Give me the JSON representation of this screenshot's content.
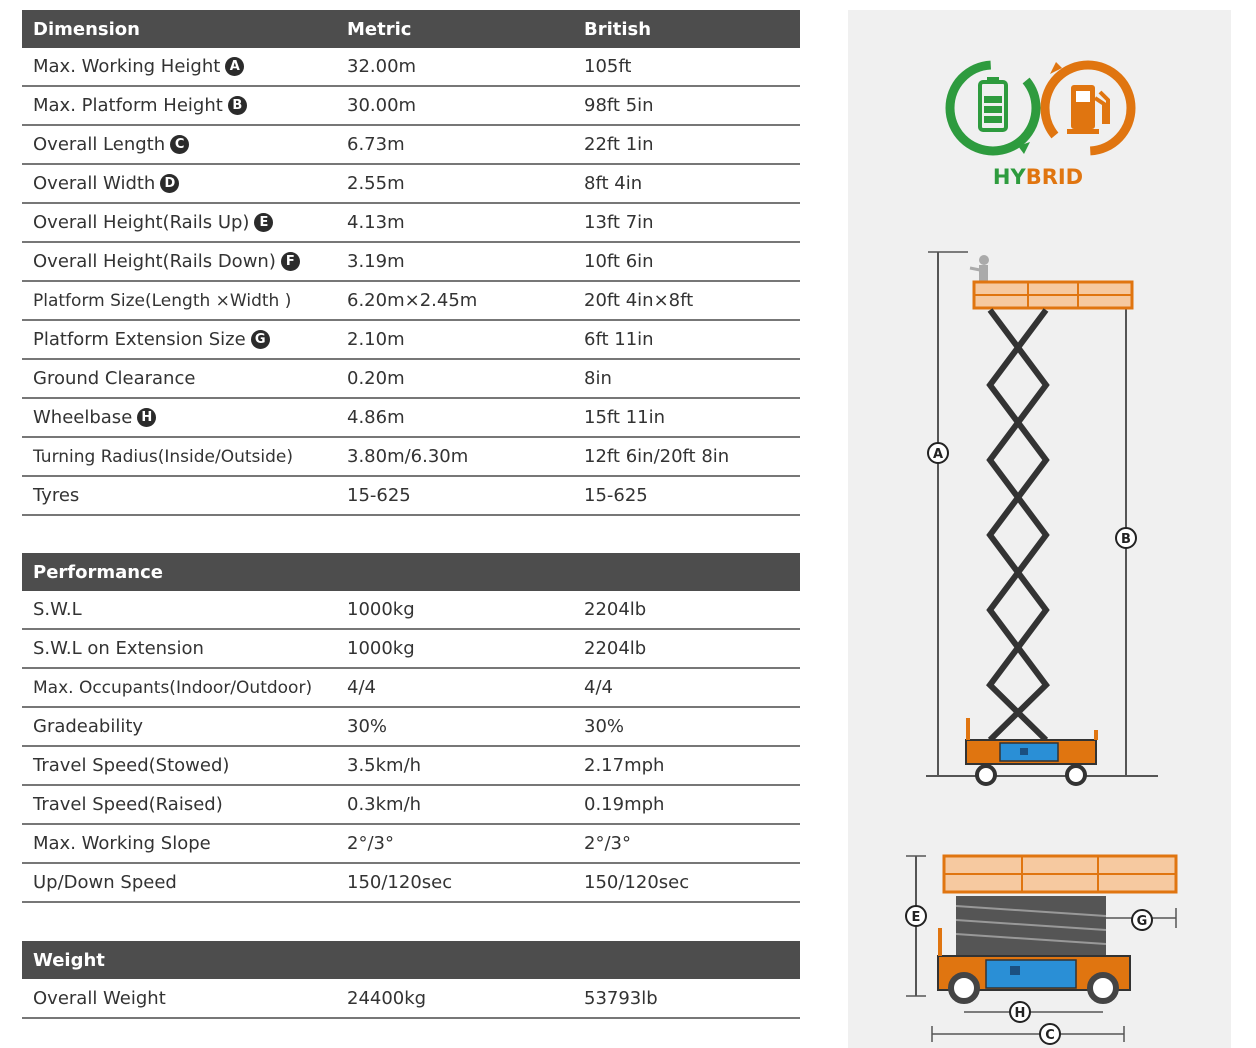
{
  "dimension": {
    "headers": [
      "Dimension",
      "Metric",
      "British"
    ],
    "rows": [
      {
        "label": "Max. Working Height",
        "badge": "A",
        "metric": "32.00m",
        "british": "105ft"
      },
      {
        "label": "Max. Platform Height",
        "badge": "B",
        "metric": "30.00m",
        "british": "98ft 5in"
      },
      {
        "label": "Overall Length",
        "badge": "C",
        "metric": "6.73m",
        "british": "22ft 1in"
      },
      {
        "label": "Overall Width",
        "badge": "D",
        "metric": "2.55m",
        "british": "8ft 4in"
      },
      {
        "label": "Overall Height(Rails Up)",
        "badge": "E",
        "metric": "4.13m",
        "british": "13ft 7in"
      },
      {
        "label": "Overall Height(Rails Down)",
        "badge": "F",
        "metric": "3.19m",
        "british": "10ft 6in"
      },
      {
        "label": "Platform Size(Length ×Width )",
        "badge": "",
        "metric": "6.20m×2.45m",
        "british": "20ft 4in×8ft"
      },
      {
        "label": "Platform Extension Size",
        "badge": "G",
        "metric": "2.10m",
        "british": "6ft 11in"
      },
      {
        "label": "Ground Clearance",
        "badge": "",
        "metric": "0.20m",
        "british": "8in"
      },
      {
        "label": "Wheelbase",
        "badge": "H",
        "metric": "4.86m",
        "british": "15ft 11in"
      },
      {
        "label": "Turning Radius(Inside/Outside)",
        "badge": "",
        "metric": "3.80m/6.30m",
        "british": "12ft 6in/20ft 8in"
      },
      {
        "label": "Tyres",
        "badge": "",
        "metric": "15-625",
        "british": "15-625"
      }
    ]
  },
  "performance": {
    "header": "Performance",
    "rows": [
      {
        "label": "S.W.L",
        "metric": "1000kg",
        "british": "2204lb"
      },
      {
        "label": "S.W.L on Extension",
        "metric": "1000kg",
        "british": "2204lb"
      },
      {
        "label": "Max. Occupants(Indoor/Outdoor)",
        "metric": "4/4",
        "british": "4/4"
      },
      {
        "label": "Gradeability",
        "metric": "30%",
        "british": "30%"
      },
      {
        "label": "Travel Speed(Stowed)",
        "metric": "3.5km/h",
        "british": "2.17mph"
      },
      {
        "label": "Travel Speed(Raised)",
        "metric": "0.3km/h",
        "british": "0.19mph"
      },
      {
        "label": "Max. Working Slope",
        "metric": "2°/3°",
        "british": "2°/3°"
      },
      {
        "label": "Up/Down Speed",
        "metric": "150/120sec",
        "british": "150/120sec"
      }
    ]
  },
  "weight": {
    "header": "Weight",
    "rows": [
      {
        "label": "Overall Weight",
        "metric": "24400kg",
        "british": "53793lb"
      }
    ]
  },
  "hybrid": {
    "text_a": "HY",
    "text_b": "BRID"
  },
  "diagram_labels": {
    "a": "A",
    "b": "B",
    "c": "C",
    "e": "E",
    "g": "G",
    "h": "H"
  },
  "colors": {
    "header_bg": "#4d4d4d",
    "green": "#2e9b3e",
    "orange": "#e07510",
    "blue": "#2a8fd6"
  }
}
